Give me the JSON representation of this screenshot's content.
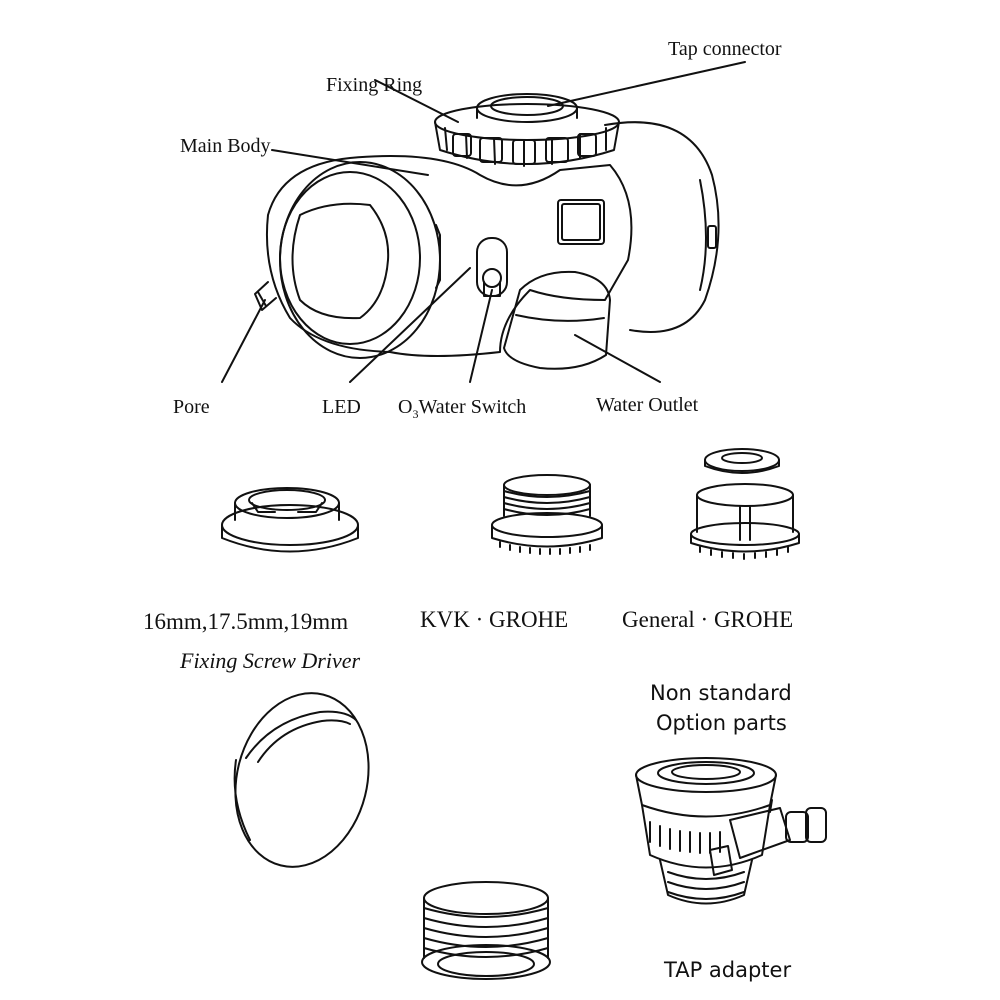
{
  "labels": {
    "tap_connector": "Tap connector",
    "fixing_ring": "Fixing Ring",
    "main_body": "Main Body",
    "pore": "Pore",
    "led": "LED",
    "o3_prefix": "O",
    "o3_sub": "3",
    "o3_switch": "Water Switch",
    "water_outlet": "Water Outlet"
  },
  "adapters": {
    "size_label": "16mm,17.5mm,19mm",
    "kvk_label": "KVK · GROHE",
    "general_label": "General · GROHE"
  },
  "extras": {
    "fixing_driver": "Fixing Screw Driver",
    "non_standard_line1": "Non standard",
    "non_standard_line2": "Option parts",
    "tap_adapter": "TAP adapter"
  }
}
